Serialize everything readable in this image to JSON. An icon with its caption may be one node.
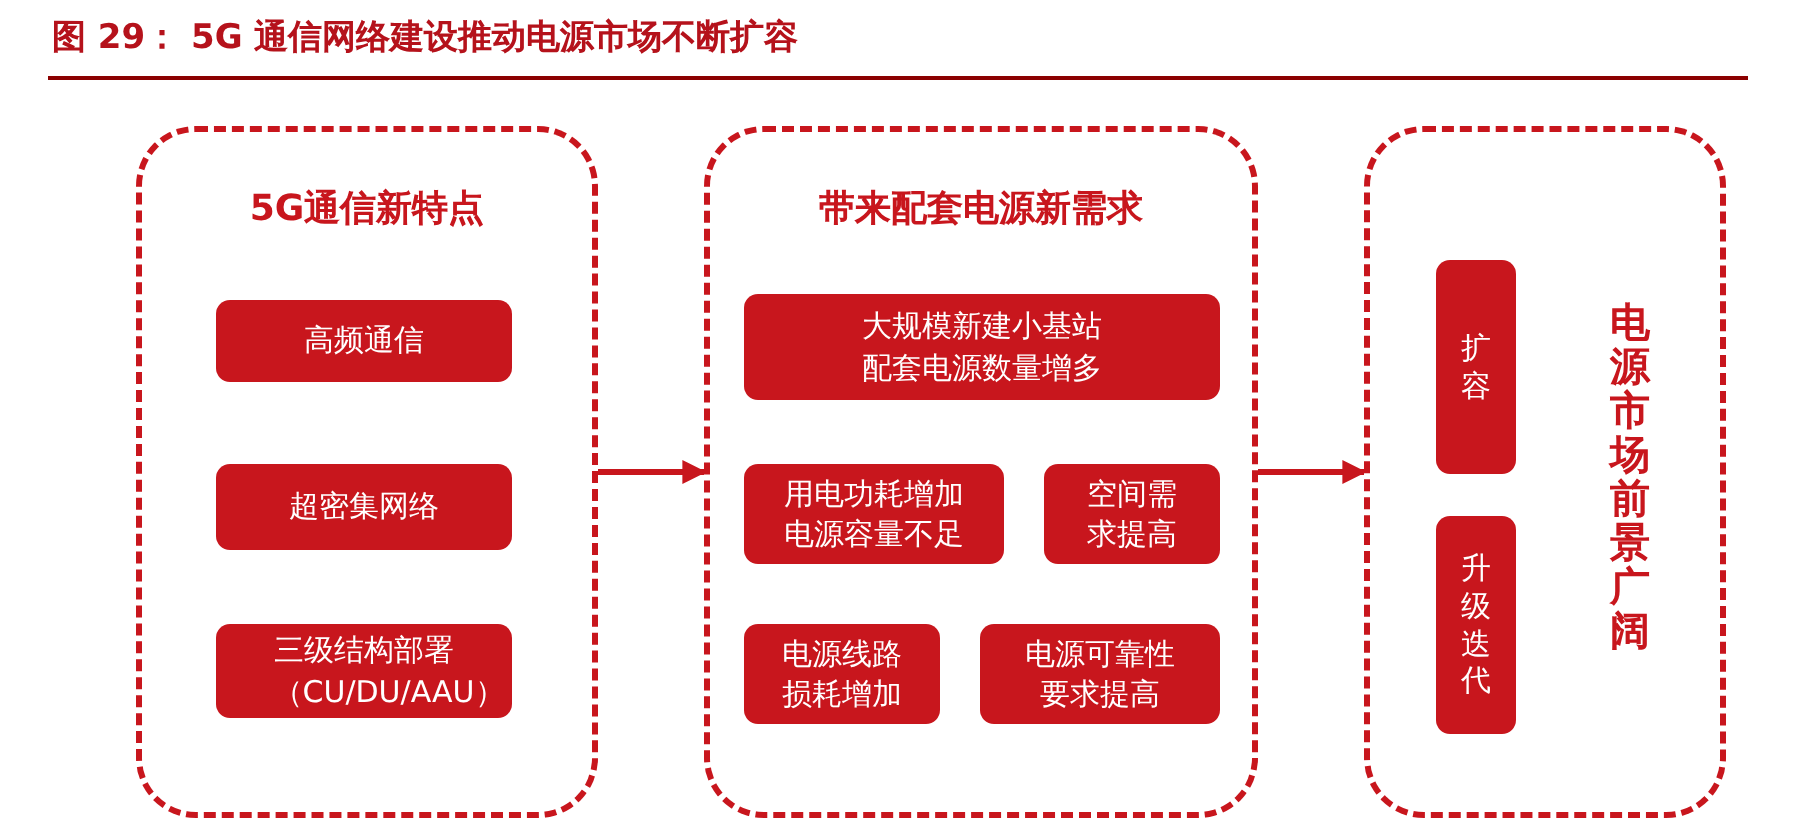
{
  "diagram": {
    "title": "图 29： 5G 通信网络建设推动电源市场不断扩容",
    "nodes": [
      {
        "text": [
          "5G通信新特点"
        ]
      },
      {
        "text": [
          "高频通信"
        ],
        "in": 0
      },
      {
        "text": [
          "超密集网络"
        ],
        "in": 0
      },
      {
        "text": [
          "三级结构部署（CU/DU/AAU）"
        ],
        "in": 0
      },
      {
        "text": [
          "带来配套电源新需求"
        ]
      },
      {
        "text": [
          "大规模新建小基站配套电源数量增多"
        ],
        "in": 4
      },
      {
        "text": [
          "用电功耗增加电源容量不足"
        ],
        "in": 4
      },
      {
        "text": [
          "空间需求提高"
        ],
        "in": 4
      },
      {
        "text": [
          "电源线路损耗增加"
        ],
        "in": 4
      },
      {
        "text": [
          "电源可靠性要求提高"
        ],
        "in": 4
      },
      {
        "text": [
          "电源市场前景广阔"
        ]
      },
      {
        "text": [
          "扩容"
        ],
        "in": 10
      },
      {
        "text": [
          "升级迭代"
        ],
        "in": 10
      }
    ],
    "edges": [
      {
        "from": 0,
        "to": 4,
        "arrow": "to"
      },
      {
        "from": 4,
        "to": 10,
        "arrow": "to"
      }
    ]
  }
}
